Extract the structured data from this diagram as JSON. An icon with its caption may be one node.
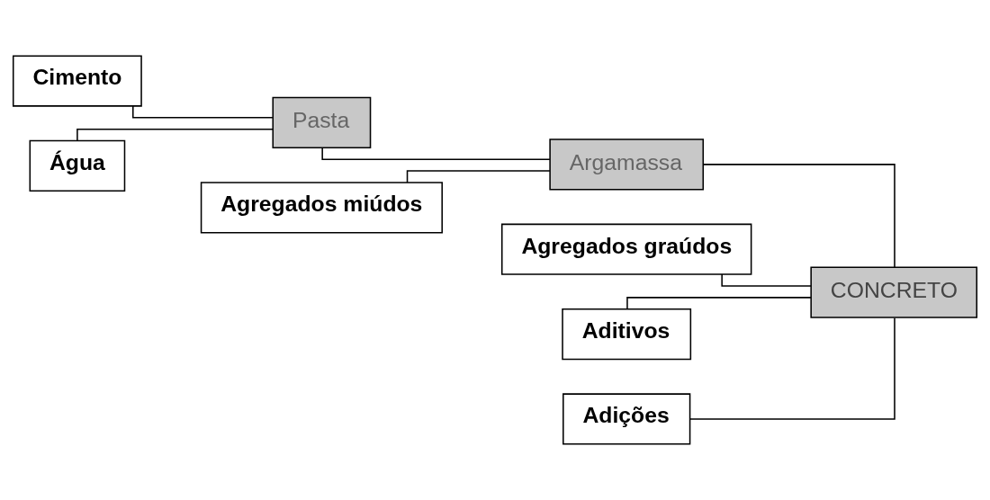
{
  "diagram": {
    "nodes": [
      {
        "text": [
          "Cimento"
        ]
      },
      {
        "text": [
          "Água"
        ]
      },
      {
        "text": [
          "Pasta"
        ]
      },
      {
        "text": [
          "Agregados miúdos"
        ]
      },
      {
        "text": [
          "Argamassa"
        ]
      },
      {
        "text": [
          "Agregados graúdos"
        ]
      },
      {
        "text": [
          "CONCRETO"
        ]
      },
      {
        "text": [
          "Aditivos"
        ]
      },
      {
        "text": [
          "Adições"
        ]
      }
    ],
    "edges": [
      {
        "from": 0,
        "to": 2,
        "arrow": "none"
      },
      {
        "from": 1,
        "to": 2,
        "arrow": "none"
      },
      {
        "from": 2,
        "to": 4,
        "arrow": "none"
      },
      {
        "from": 3,
        "to": 4,
        "arrow": "none"
      },
      {
        "from": 4,
        "to": 6,
        "arrow": "none"
      },
      {
        "from": 5,
        "to": 6,
        "arrow": "none"
      },
      {
        "from": 7,
        "to": 6,
        "arrow": "none"
      },
      {
        "from": 8,
        "to": 6,
        "arrow": "none"
      }
    ]
  }
}
